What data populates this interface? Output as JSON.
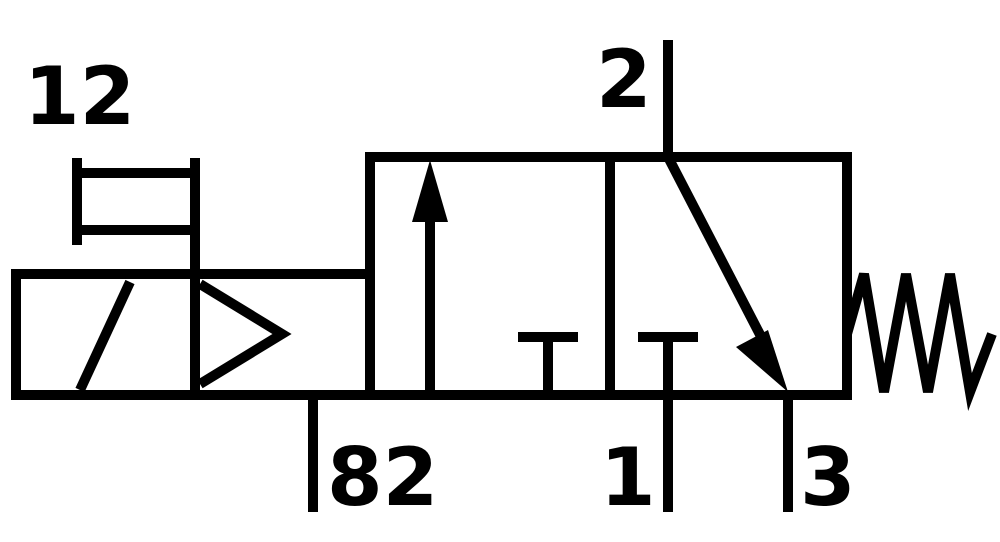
{
  "diagram": {
    "stroke_color": "#000000",
    "background_color": "#ffffff",
    "ports": {
      "p12": "12",
      "p2": "2",
      "p82": "82",
      "p1": "1",
      "p3": "3"
    }
  }
}
